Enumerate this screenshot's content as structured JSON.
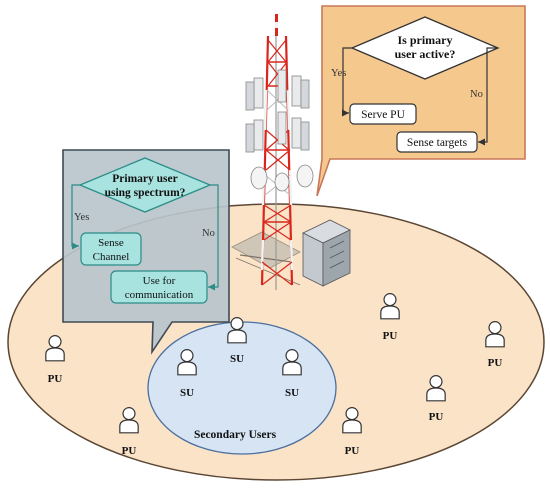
{
  "users": {
    "pu_label": "PU",
    "su_label": "SU",
    "secondary_group_label": "Secondary Users"
  },
  "primary_flowchart": {
    "decision_line1": "Is primary",
    "decision_line2": "user active?",
    "yes_label": "Yes",
    "no_label": "No",
    "yes_action": "Serve PU",
    "no_action": "Sense targets"
  },
  "secondary_flowchart": {
    "decision_line1": "Primary user",
    "decision_line2": "using spectrum?",
    "yes_label": "Yes",
    "no_label": "No",
    "yes_action_line1": "Sense",
    "yes_action_line2": "Channel",
    "no_action_line1": "Use for",
    "no_action_line2": "communication"
  },
  "colors": {
    "cell_fill": "#FBE3C8",
    "cell_stroke": "#5a4632",
    "su_region_fill": "#D6E4F4",
    "su_region_stroke": "#4a6f9e",
    "primary_panel_fill": "#F5C98E",
    "primary_panel_stroke": "#C8785A",
    "secondary_panel_fill": "#B9C4CC",
    "secondary_panel_stroke": "#3f4a55",
    "secondary_shape_fill": "#A8E3E0",
    "secondary_shape_stroke": "#2c8c88",
    "tower_red": "#D9261C",
    "tower_white": "#F2F2F2"
  }
}
